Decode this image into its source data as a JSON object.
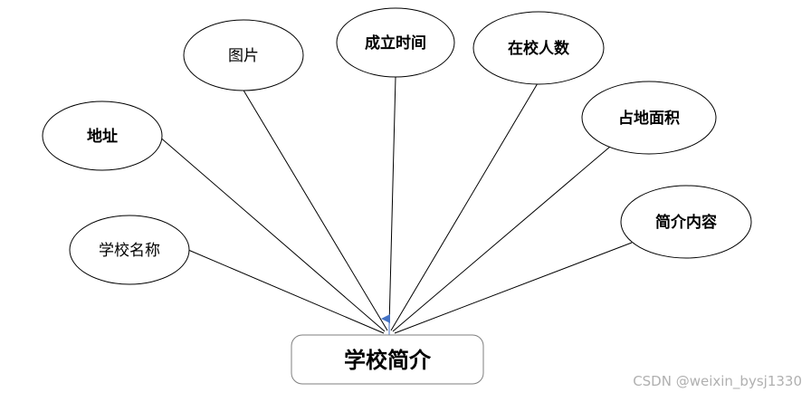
{
  "entity": {
    "label": "学校简介"
  },
  "attributes": [
    {
      "id": "tupian",
      "label": "图片",
      "bold": false
    },
    {
      "id": "chenglishijian",
      "label": "成立时间",
      "bold": true
    },
    {
      "id": "zaixiaorenshu",
      "label": "在校人数",
      "bold": true
    },
    {
      "id": "dizhi",
      "label": "地址",
      "bold": true
    },
    {
      "id": "zhandimianji",
      "label": "占地面积",
      "bold": true
    },
    {
      "id": "xuexiaomingcheng",
      "label": "学校名称",
      "bold": false
    },
    {
      "id": "jianjieneirong",
      "label": "简介内容",
      "bold": true
    }
  ],
  "watermark": "CSDN @weixin_bysj1330",
  "colors": {
    "arrow": "#4472c4",
    "box_border": "#7f7f7f"
  }
}
